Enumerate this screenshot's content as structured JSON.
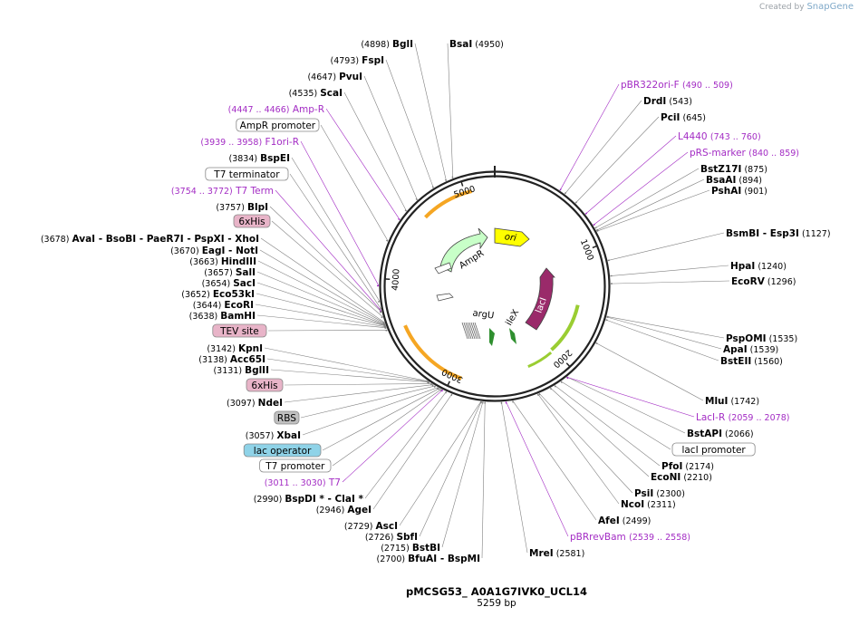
{
  "credit": {
    "prefix": "Created by",
    "brand": "SnapGene"
  },
  "plasmid": {
    "name": "pMCSG53_ A0A1G7IVK0_UCL14",
    "size_label": "5259 bp"
  },
  "colors": {
    "primer": "#a32cc4",
    "ampr": "#c8ffc8",
    "ori": "#ffff00",
    "laci": "#9a2a6a",
    "t7": "#f5a623",
    "green": "#2f8f2f",
    "leader": "#808080"
  },
  "ticks": [
    {
      "label": "1000",
      "bp": 1000
    },
    {
      "label": "2000",
      "bp": 2000
    },
    {
      "label": "3000",
      "bp": 3000
    },
    {
      "label": "4000",
      "bp": 4000
    },
    {
      "label": "5000",
      "bp": 5000
    }
  ],
  "features_inner": [
    {
      "label": "ori",
      "color": "#ffff00",
      "text_color": "#000000"
    },
    {
      "label": "AmpR",
      "color": "#c8ffc8",
      "text_color": "#000000"
    },
    {
      "label": "lacI",
      "color": "#9a2a6a",
      "text_color": "#ffffff"
    },
    {
      "label": "argU",
      "color": "#000000",
      "text_color": "#000000"
    },
    {
      "label": "ileX",
      "color": "#000000",
      "text_color": "#000000"
    }
  ],
  "labels": [
    {
      "kind": "site",
      "name": "BglI",
      "pos": "(4898)",
      "side": "left"
    },
    {
      "kind": "site",
      "name": "BsaI",
      "pos": "(4950)",
      "side": "right"
    },
    {
      "kind": "site",
      "name": "FspI",
      "pos": "(4793)",
      "side": "left"
    },
    {
      "kind": "site",
      "name": "PvuI",
      "pos": "(4647)",
      "side": "left"
    },
    {
      "kind": "site",
      "name": "ScaI",
      "pos": "(4535)",
      "side": "left"
    },
    {
      "kind": "primer",
      "name": "Amp-R",
      "pos": "(4447 .. 4466)",
      "side": "left"
    },
    {
      "kind": "feature",
      "name": "AmpR promoter",
      "side": "left"
    },
    {
      "kind": "primer",
      "name": "F1ori-R",
      "pos": "(3939 .. 3958)",
      "side": "left"
    },
    {
      "kind": "site",
      "name": "BspEI",
      "pos": "(3834)",
      "side": "left"
    },
    {
      "kind": "feature",
      "name": "T7 terminator",
      "side": "left"
    },
    {
      "kind": "primer",
      "name": "T7 Term",
      "pos": "(3754 .. 3772)",
      "side": "left"
    },
    {
      "kind": "site",
      "name": "BlpI",
      "pos": "(3757)",
      "side": "left"
    },
    {
      "kind": "feature",
      "name": "6xHis",
      "side": "left"
    },
    {
      "kind": "site",
      "name": "AvaI - BsoBI - PaeR7I - PspXI - XhoI",
      "pos": "(3678)",
      "side": "left"
    },
    {
      "kind": "site",
      "name": "EagI - NotI",
      "pos": "(3670)",
      "side": "left"
    },
    {
      "kind": "site",
      "name": "HindIII",
      "pos": "(3663)",
      "side": "left"
    },
    {
      "kind": "site",
      "name": "SalI",
      "pos": "(3657)",
      "side": "left"
    },
    {
      "kind": "site",
      "name": "SacI",
      "pos": "(3654)",
      "side": "left"
    },
    {
      "kind": "site",
      "name": "Eco53kI",
      "pos": "(3652)",
      "side": "left"
    },
    {
      "kind": "site",
      "name": "EcoRI",
      "pos": "(3644)",
      "side": "left"
    },
    {
      "kind": "site",
      "name": "BamHI",
      "pos": "(3638)",
      "side": "left"
    },
    {
      "kind": "feature",
      "name": "TEV site",
      "side": "left"
    },
    {
      "kind": "site",
      "name": "KpnI",
      "pos": "(3142)",
      "side": "left"
    },
    {
      "kind": "site",
      "name": "Acc65I",
      "pos": "(3138)",
      "side": "left"
    },
    {
      "kind": "site",
      "name": "BglII",
      "pos": "(3131)",
      "side": "left"
    },
    {
      "kind": "feature",
      "name": "6xHis",
      "side": "left"
    },
    {
      "kind": "site",
      "name": "NdeI",
      "pos": "(3097)",
      "side": "left"
    },
    {
      "kind": "feature",
      "name": "RBS",
      "side": "left"
    },
    {
      "kind": "site",
      "name": "XbaI",
      "pos": "(3057)",
      "side": "left"
    },
    {
      "kind": "feature",
      "name": "lac operator",
      "side": "left"
    },
    {
      "kind": "feature",
      "name": "T7 promoter",
      "side": "left"
    },
    {
      "kind": "primer",
      "name": "T7",
      "pos": "(3011 .. 3030)",
      "side": "left"
    },
    {
      "kind": "site",
      "name": "BspDI * - ClaI *",
      "pos": "(2990)",
      "side": "left"
    },
    {
      "kind": "site",
      "name": "AgeI",
      "pos": "(2946)",
      "side": "left"
    },
    {
      "kind": "site",
      "name": "AscI",
      "pos": "(2729)",
      "side": "left"
    },
    {
      "kind": "site",
      "name": "SbfI",
      "pos": "(2726)",
      "side": "left"
    },
    {
      "kind": "site",
      "name": "BstBI",
      "pos": "(2715)",
      "side": "left"
    },
    {
      "kind": "site",
      "name": "BfuAI - BspMI",
      "pos": "(2700)",
      "side": "left"
    },
    {
      "kind": "site",
      "name": "MreI",
      "pos": "(2581)",
      "side": "right"
    },
    {
      "kind": "primer",
      "name": "pBRrevBam",
      "pos": "(2539 .. 2558)",
      "side": "right"
    },
    {
      "kind": "site",
      "name": "AfeI",
      "pos": "(2499)",
      "side": "right"
    },
    {
      "kind": "site",
      "name": "NcoI",
      "pos": "(2311)",
      "side": "right"
    },
    {
      "kind": "site",
      "name": "PsiI",
      "pos": "(2300)",
      "side": "right"
    },
    {
      "kind": "site",
      "name": "EcoNI",
      "pos": "(2210)",
      "side": "right"
    },
    {
      "kind": "site",
      "name": "PfoI",
      "pos": "(2174)",
      "side": "right"
    },
    {
      "kind": "feature",
      "name": "lacI promoter",
      "side": "right"
    },
    {
      "kind": "site",
      "name": "BstAPI",
      "pos": "(2066)",
      "side": "right"
    },
    {
      "kind": "primer",
      "name": "LacI-R",
      "pos": "(2059 .. 2078)",
      "side": "right"
    },
    {
      "kind": "site",
      "name": "MluI",
      "pos": "(1742)",
      "side": "right"
    },
    {
      "kind": "site",
      "name": "BstEII",
      "pos": "(1560)",
      "side": "right"
    },
    {
      "kind": "site",
      "name": "ApaI",
      "pos": "(1539)",
      "side": "right"
    },
    {
      "kind": "site",
      "name": "PspOMI",
      "pos": "(1535)",
      "side": "right"
    },
    {
      "kind": "site",
      "name": "EcoRV",
      "pos": "(1296)",
      "side": "right"
    },
    {
      "kind": "site",
      "name": "HpaI",
      "pos": "(1240)",
      "side": "right"
    },
    {
      "kind": "site",
      "name": "BsmBI - Esp3I",
      "pos": "(1127)",
      "side": "right"
    },
    {
      "kind": "site",
      "name": "PshAI",
      "pos": "(901)",
      "side": "right"
    },
    {
      "kind": "site",
      "name": "BsaAI",
      "pos": "(894)",
      "side": "right"
    },
    {
      "kind": "site",
      "name": "BstZ17I",
      "pos": "(875)",
      "side": "right"
    },
    {
      "kind": "primer",
      "name": "pRS-marker",
      "pos": "(840 .. 859)",
      "side": "right"
    },
    {
      "kind": "primer",
      "name": "L4440",
      "pos": "(743 .. 760)",
      "side": "right"
    },
    {
      "kind": "site",
      "name": "PciI",
      "pos": "(645)",
      "side": "right"
    },
    {
      "kind": "site",
      "name": "DrdI",
      "pos": "(543)",
      "side": "right"
    },
    {
      "kind": "primer",
      "name": "pBR322ori-F",
      "pos": "(490 .. 509)",
      "side": "right"
    }
  ],
  "feature_colors": {
    "6xHis": "#e8b4c8",
    "TEV site": "#e8b4c8",
    "RBS": "#c0c0c0",
    "lac operator": "#8fd3e8",
    "default": "#ffffff"
  }
}
